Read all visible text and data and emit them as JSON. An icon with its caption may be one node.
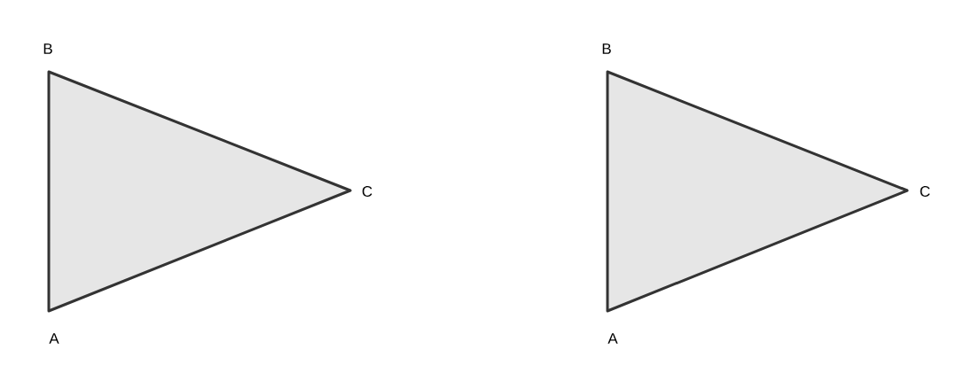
{
  "diagram": {
    "nodes": [
      {
        "text": [],
        "shape": "triangle"
      },
      {
        "text": [],
        "shape": "triangle"
      }
    ],
    "labels": [
      "B",
      "B",
      "C",
      "C",
      "A",
      "A"
    ]
  }
}
